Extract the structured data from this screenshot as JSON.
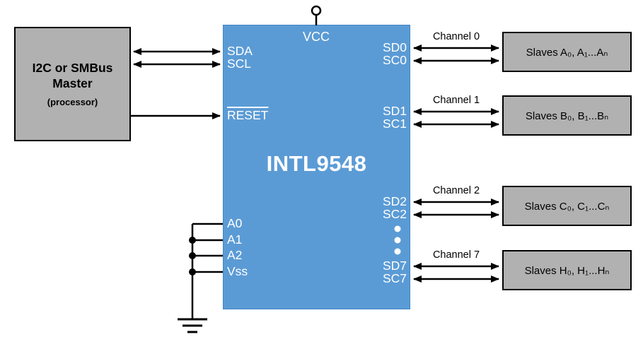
{
  "master": {
    "line1": "I2C or SMBus",
    "line2": "Master",
    "line3": "(processor)"
  },
  "chip": {
    "name": "INTL9548",
    "pins": {
      "vcc": "VCC",
      "sda": "SDA",
      "scl": "SCL",
      "reset": "RESET",
      "a0": "A0",
      "a1": "A1",
      "a2": "A2",
      "vss": "Vss",
      "sd0": "SD0",
      "sc0": "SC0",
      "sd1": "SD1",
      "sc1": "SC1",
      "sd2": "SD2",
      "sc2": "SC2",
      "sd7": "SD7",
      "sc7": "SC7"
    }
  },
  "channels": [
    {
      "label": "Channel 0",
      "slaves": "Slaves A₀, A₁...Aₙ"
    },
    {
      "label": "Channel 1",
      "slaves": "Slaves B₀, B₁...Bₙ"
    },
    {
      "label": "Channel 2",
      "slaves": "Slaves C₀, C₁...Cₙ"
    },
    {
      "label": "Channel 7",
      "slaves": "Slaves H₀, H₁...Hₙ"
    }
  ],
  "colors": {
    "chip_fill": "#5b9bd5",
    "box_fill": "#b1b1b1",
    "line": "#000000"
  }
}
